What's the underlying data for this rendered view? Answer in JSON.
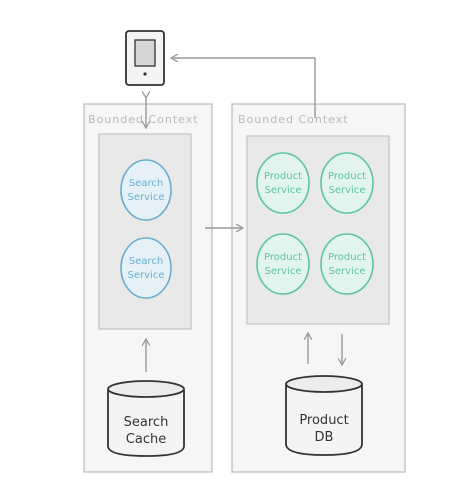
{
  "diagram": {
    "client_device": {
      "icon": "mobile-device-icon"
    },
    "contexts": [
      {
        "label": "Bounded Context",
        "services": [
          {
            "line1": "Search",
            "line2": "Service"
          },
          {
            "line1": "Search",
            "line2": "Service"
          }
        ],
        "store": {
          "line1": "Search",
          "line2": "Cache"
        }
      },
      {
        "label": "Bounded Context",
        "services": [
          {
            "line1": "Product",
            "line2": "Service"
          },
          {
            "line1": "Product",
            "line2": "Service"
          },
          {
            "line1": "Product",
            "line2": "Service"
          },
          {
            "line1": "Product",
            "line2": "Service"
          }
        ],
        "store": {
          "line1": "Product",
          "line2": "DB"
        }
      }
    ],
    "colors": {
      "context_border": "#c4c4c4",
      "context_fill": "#f6f6f6",
      "inner_fill": "#e9e9e9",
      "search_service": "#6aaed0",
      "product_service": "#5cc4a6",
      "arrow": "#9a9a9a"
    }
  }
}
